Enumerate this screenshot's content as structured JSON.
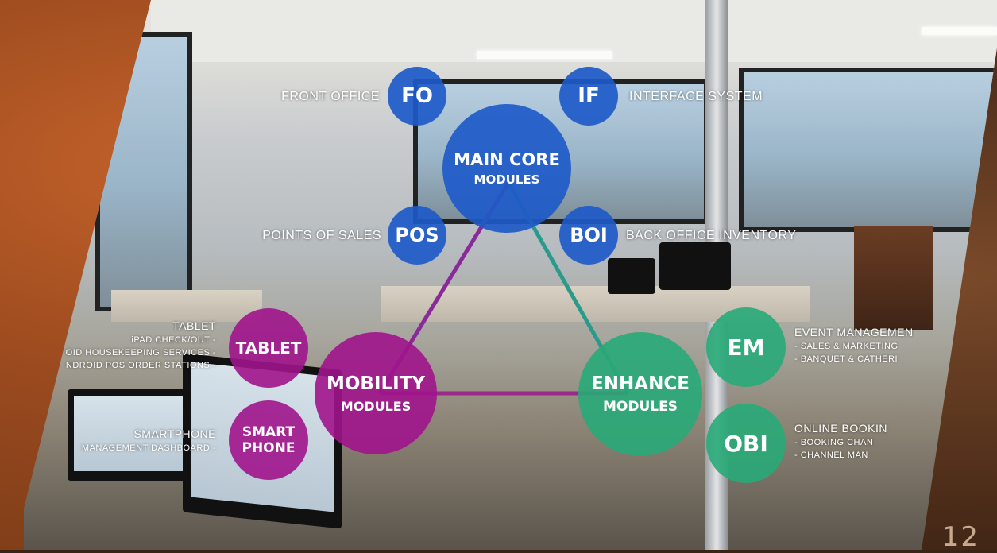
{
  "diagram": {
    "core": {
      "line1": "MAIN CORE",
      "line2": "MODULES"
    },
    "mobility": {
      "line1": "MOBILITY",
      "line2": "MODULES"
    },
    "enhance": {
      "line1": "ENHANCE",
      "line2": "MODULES"
    },
    "fo": "FO",
    "ifs": "IF",
    "pos": "POS",
    "boi": "BOI",
    "tablet": "TABLET",
    "smart": {
      "line1": "SMART",
      "line2": "PHONE"
    },
    "em": "EM",
    "obi": "OBI"
  },
  "labels": {
    "front_office": "FRONT OFFICE",
    "interface_system": "INTERFACE SYSTEM",
    "points_of_sales": "POINTS OF SALES",
    "back_office_inventory": "BACK OFFICE INVENTORY",
    "tablet_title": "TABLET",
    "tablet_items": [
      "iPAD CHECK/OUT -",
      "OID HOUSEKEEPING SERVICES -",
      "NDROID POS ORDER STATIONS -"
    ],
    "smartphone_title": "SMARTPHONE",
    "smartphone_items": [
      "MANAGEMENT DASHBOARD -"
    ],
    "event_title": "EVENT MANAGEMEN",
    "event_items": [
      "- SALES & MARKETING",
      "- BANQUET & CATHERI"
    ],
    "online_title": "ONLINE BOOKIN",
    "online_items": [
      "- BOOKING CHAN",
      "- CHANNEL MAN"
    ]
  },
  "page_number": "12",
  "colors": {
    "blue": "#1E5AC8",
    "purple": "#A0148C",
    "green": "#28AA78"
  }
}
